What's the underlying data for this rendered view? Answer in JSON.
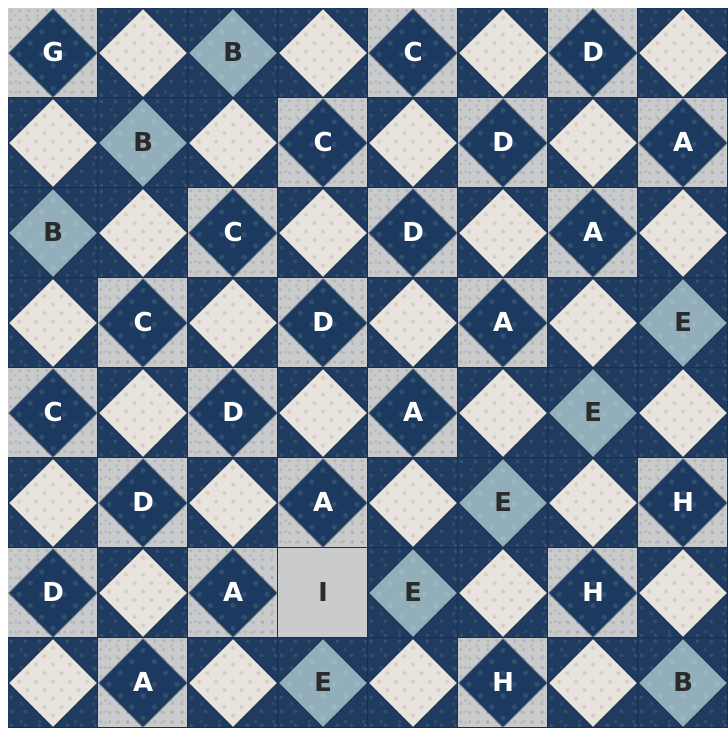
{
  "quilt": {
    "rows": [
      [
        {
          "bg": "light",
          "diamond": "blue",
          "label": "G"
        },
        {
          "bg": "dark",
          "diamond": "cream",
          "label": ""
        },
        {
          "bg": "dark",
          "diamond": "light",
          "label": "B"
        },
        {
          "bg": "dark",
          "diamond": "cream",
          "label": ""
        },
        {
          "bg": "light",
          "diamond": "blue",
          "label": "C"
        },
        {
          "bg": "dark",
          "diamond": "cream",
          "label": ""
        },
        {
          "bg": "light",
          "diamond": "blue",
          "label": "D"
        },
        {
          "bg": "dark",
          "diamond": "cream",
          "label": ""
        }
      ],
      [
        {
          "bg": "dark",
          "diamond": "cream",
          "label": ""
        },
        {
          "bg": "dark",
          "diamond": "light",
          "label": "B"
        },
        {
          "bg": "dark",
          "diamond": "cream",
          "label": ""
        },
        {
          "bg": "light",
          "diamond": "blue",
          "label": "C"
        },
        {
          "bg": "dark",
          "diamond": "cream",
          "label": ""
        },
        {
          "bg": "light",
          "diamond": "blue",
          "label": "D"
        },
        {
          "bg": "dark",
          "diamond": "cream",
          "label": ""
        },
        {
          "bg": "light",
          "diamond": "blue",
          "label": "A"
        }
      ],
      [
        {
          "bg": "dark",
          "diamond": "light",
          "label": "B"
        },
        {
          "bg": "dark",
          "diamond": "cream",
          "label": ""
        },
        {
          "bg": "light",
          "diamond": "blue",
          "label": "C"
        },
        {
          "bg": "dark",
          "diamond": "cream",
          "label": ""
        },
        {
          "bg": "light",
          "diamond": "blue",
          "label": "D"
        },
        {
          "bg": "dark",
          "diamond": "cream",
          "label": ""
        },
        {
          "bg": "light",
          "diamond": "blue",
          "label": "A"
        },
        {
          "bg": "dark",
          "diamond": "cream",
          "label": ""
        }
      ],
      [
        {
          "bg": "dark",
          "diamond": "cream",
          "label": ""
        },
        {
          "bg": "light",
          "diamond": "blue",
          "label": "C"
        },
        {
          "bg": "dark",
          "diamond": "cream",
          "label": ""
        },
        {
          "bg": "light",
          "diamond": "blue",
          "label": "D"
        },
        {
          "bg": "dark",
          "diamond": "cream",
          "label": ""
        },
        {
          "bg": "light",
          "diamond": "blue",
          "label": "A"
        },
        {
          "bg": "dark",
          "diamond": "cream",
          "label": ""
        },
        {
          "bg": "dark",
          "diamond": "light",
          "label": "E"
        }
      ],
      [
        {
          "bg": "light",
          "diamond": "blue",
          "label": "C"
        },
        {
          "bg": "dark",
          "diamond": "cream",
          "label": ""
        },
        {
          "bg": "light",
          "diamond": "blue",
          "label": "D"
        },
        {
          "bg": "dark",
          "diamond": "cream",
          "label": ""
        },
        {
          "bg": "light",
          "diamond": "blue",
          "label": "A"
        },
        {
          "bg": "dark",
          "diamond": "cream",
          "label": ""
        },
        {
          "bg": "dark",
          "diamond": "light",
          "label": "E"
        },
        {
          "bg": "dark",
          "diamond": "cream",
          "label": ""
        }
      ],
      [
        {
          "bg": "dark",
          "diamond": "cream",
          "label": ""
        },
        {
          "bg": "light",
          "diamond": "blue",
          "label": "D"
        },
        {
          "bg": "dark",
          "diamond": "cream",
          "label": ""
        },
        {
          "bg": "light",
          "diamond": "blue",
          "label": "A"
        },
        {
          "bg": "dark",
          "diamond": "cream",
          "label": ""
        },
        {
          "bg": "dark",
          "diamond": "light",
          "label": "E"
        },
        {
          "bg": "dark",
          "diamond": "cream",
          "label": ""
        },
        {
          "bg": "light",
          "diamond": "blue",
          "label": "H"
        }
      ],
      [
        {
          "bg": "light",
          "diamond": "blue",
          "label": "D"
        },
        {
          "bg": "dark",
          "diamond": "cream",
          "label": ""
        },
        {
          "bg": "light",
          "diamond": "blue",
          "label": "A"
        },
        {
          "bg": "plain",
          "diamond": "none",
          "label": "I"
        },
        {
          "bg": "dark",
          "diamond": "light",
          "label": "E"
        },
        {
          "bg": "dark",
          "diamond": "cream",
          "label": ""
        },
        {
          "bg": "light",
          "diamond": "blue",
          "label": "H"
        },
        {
          "bg": "dark",
          "diamond": "cream",
          "label": ""
        }
      ],
      [
        {
          "bg": "dark",
          "diamond": "cream",
          "label": ""
        },
        {
          "bg": "light",
          "diamond": "blue",
          "label": "A"
        },
        {
          "bg": "dark",
          "diamond": "cream",
          "label": ""
        },
        {
          "bg": "dark",
          "diamond": "light",
          "label": "E"
        },
        {
          "bg": "dark",
          "diamond": "cream",
          "label": ""
        },
        {
          "bg": "light",
          "diamond": "blue",
          "label": "H"
        },
        {
          "bg": "dark",
          "diamond": "cream",
          "label": ""
        },
        {
          "bg": "dark",
          "diamond": "light",
          "label": "B"
        }
      ]
    ]
  },
  "colors": {
    "navy": "#1f3b5f",
    "cream": "#e8e3dc",
    "light_blue": "#93aebb",
    "gray": "#c8cacb"
  }
}
